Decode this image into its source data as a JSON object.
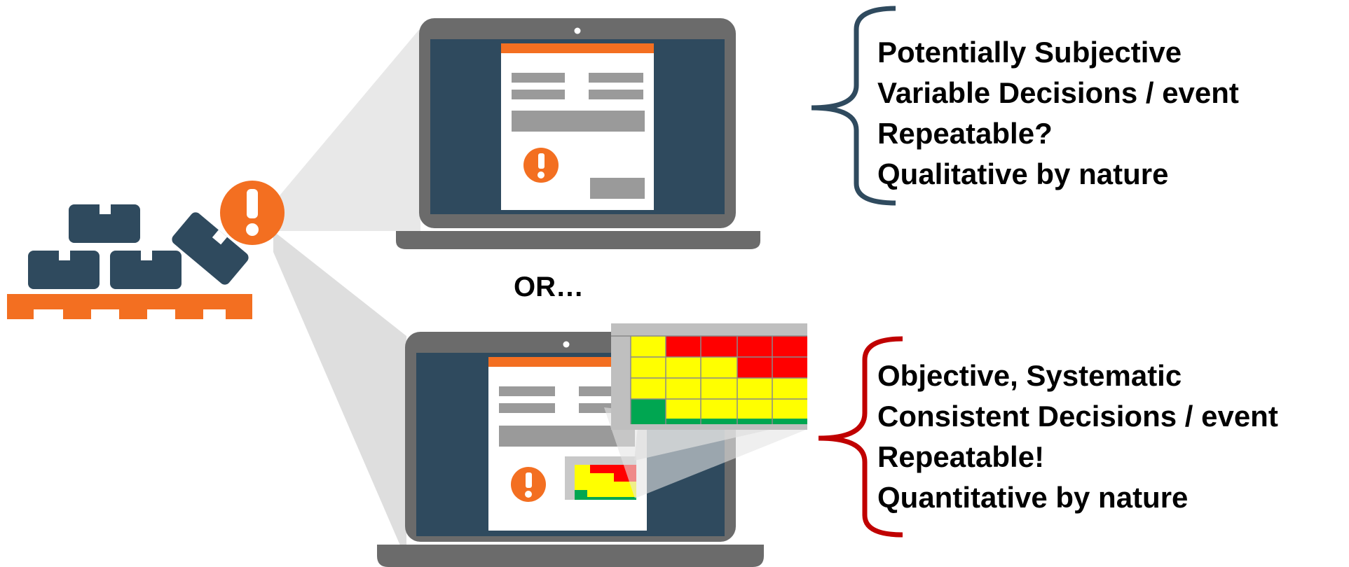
{
  "or_label": "OR…",
  "top_text": {
    "lines": [
      "Potentially Subjective",
      "Variable Decisions / event",
      "Repeatable?",
      "Qualitative by nature"
    ]
  },
  "bottom_text": {
    "lines": [
      "Objective, Systematic",
      "Consistent Decisions / event",
      "Repeatable!",
      "Quantitative by nature"
    ]
  },
  "icons": {
    "boxes": "stacked-boxes-icon",
    "alert": "exclamation-icon",
    "laptop": "laptop-icon",
    "form": "form-document-icon",
    "matrix": "risk-matrix-icon"
  },
  "colors": {
    "orange": "#f36f21",
    "navy": "#2f4a5e",
    "laptop_frame": "#6b6b6b",
    "screen": "#2f4a5e",
    "form_gray": "#9a9a9a",
    "brace_top": "#2f4a5e",
    "brace_bottom": "#c00000",
    "matrix_red": "#ff0000",
    "matrix_yellow": "#ffff00",
    "matrix_green": "#00a651"
  }
}
